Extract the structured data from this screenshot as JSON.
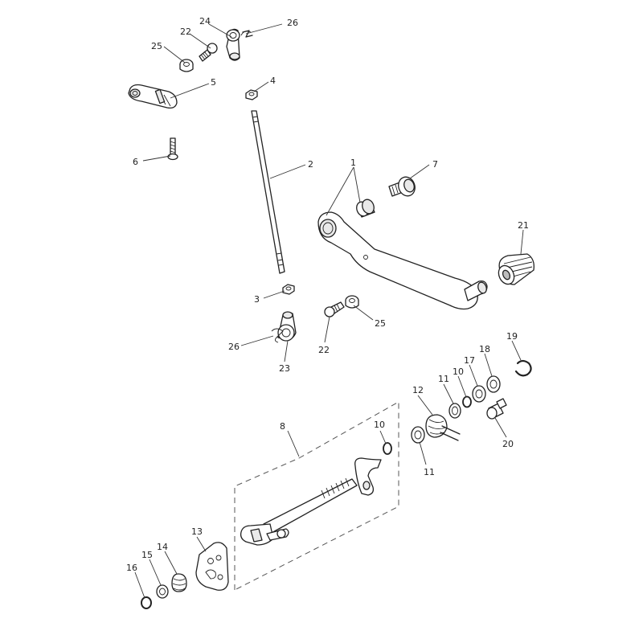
{
  "callouts": [
    {
      "id": "c1",
      "text": "1"
    },
    {
      "id": "c2",
      "text": "2"
    },
    {
      "id": "c3",
      "text": "3"
    },
    {
      "id": "c4",
      "text": "4"
    },
    {
      "id": "c5",
      "text": "5"
    },
    {
      "id": "c6",
      "text": "6"
    },
    {
      "id": "c7",
      "text": "7"
    },
    {
      "id": "c8",
      "text": "8"
    },
    {
      "id": "c10a",
      "text": "10"
    },
    {
      "id": "c10b",
      "text": "10"
    },
    {
      "id": "c11a",
      "text": "11"
    },
    {
      "id": "c11b",
      "text": "11"
    },
    {
      "id": "c12",
      "text": "12"
    },
    {
      "id": "c13",
      "text": "13"
    },
    {
      "id": "c14",
      "text": "14"
    },
    {
      "id": "c15",
      "text": "15"
    },
    {
      "id": "c16",
      "text": "16"
    },
    {
      "id": "c17",
      "text": "17"
    },
    {
      "id": "c18",
      "text": "18"
    },
    {
      "id": "c19",
      "text": "19"
    },
    {
      "id": "c20",
      "text": "20"
    },
    {
      "id": "c21",
      "text": "21"
    },
    {
      "id": "c22a",
      "text": "22"
    },
    {
      "id": "c22b",
      "text": "22"
    },
    {
      "id": "c23",
      "text": "23"
    },
    {
      "id": "c24",
      "text": "24"
    },
    {
      "id": "c25a",
      "text": "25"
    },
    {
      "id": "c25b",
      "text": "25"
    },
    {
      "id": "c26a",
      "text": "26"
    },
    {
      "id": "c26b",
      "text": "26"
    }
  ]
}
